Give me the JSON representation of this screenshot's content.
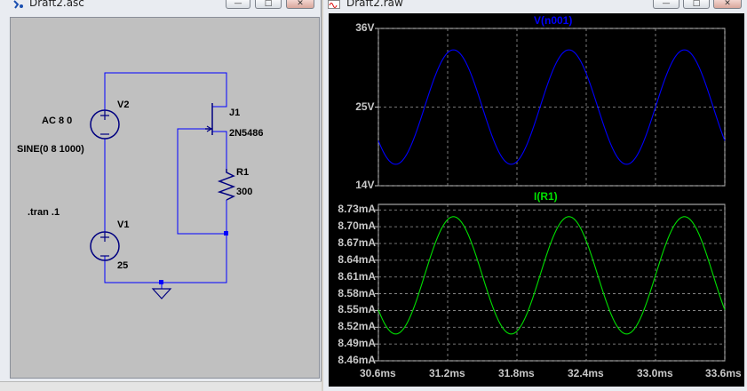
{
  "schematic_window": {
    "title": "Draft2.asc",
    "labels": {
      "v2_name": "V2",
      "v2_value": "AC 8 0",
      "v2_sine": "SINE(0 8 1000)",
      "v1_name": "V1",
      "v1_value": "25",
      "directive": ".tran .1",
      "j1_name": "J1",
      "j1_model": "2N5486",
      "r1_name": "R1",
      "r1_value": "300"
    }
  },
  "waveform_window": {
    "title": "Draft2.raw"
  },
  "chart_data": [
    {
      "type": "line",
      "title": "V(n001)",
      "series": [
        {
          "name": "V(n001)",
          "color": "#0000ff",
          "offset": 25,
          "amplitude": 8,
          "frequency_hz": 1000,
          "phase_deg": 0
        }
      ],
      "xlim": [
        30.6,
        33.6
      ],
      "ylim": [
        14,
        36
      ],
      "y_ticks": [
        "36V",
        "25V",
        "14V"
      ],
      "x_ticks": [
        "30.6ms",
        "31.2ms",
        "31.8ms",
        "32.4ms",
        "33.0ms",
        "33.6ms"
      ],
      "grid": true
    },
    {
      "type": "line",
      "title": "I(R1)",
      "series": [
        {
          "name": "I(R1)",
          "color": "#00e000",
          "offset": 8.613,
          "amplitude": 0.105,
          "frequency_hz": 1000,
          "phase_deg": 0
        }
      ],
      "xlim": [
        30.6,
        33.6
      ],
      "ylim": [
        8.46,
        8.74
      ],
      "y_ticks": [
        "8.73mA",
        "8.70mA",
        "8.67mA",
        "8.64mA",
        "8.61mA",
        "8.58mA",
        "8.55mA",
        "8.52mA",
        "8.49mA",
        "8.46mA"
      ],
      "x_ticks": [
        "30.6ms",
        "31.2ms",
        "31.8ms",
        "32.4ms",
        "33.0ms",
        "33.6ms"
      ],
      "grid": true
    }
  ]
}
